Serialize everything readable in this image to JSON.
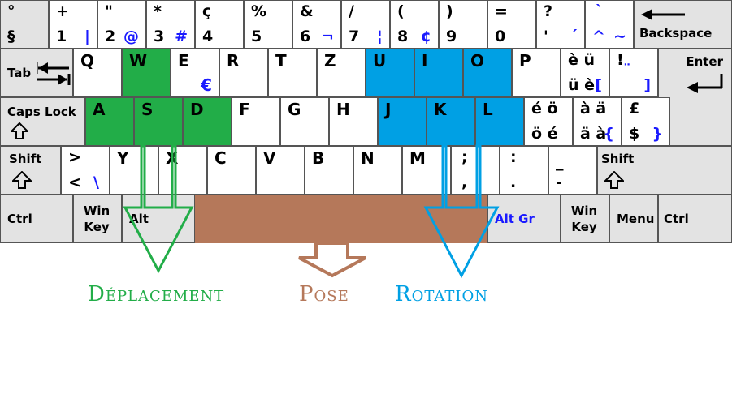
{
  "colors": {
    "movement": "#22ad48",
    "rotation": "#00a0e4",
    "place": "#b5785a"
  },
  "row1": [
    {
      "top": "°",
      "bottom": "§"
    },
    {
      "top": "+",
      "bottom": "1",
      "alt": "|"
    },
    {
      "top": "\"",
      "bottom": "2",
      "alt": "@"
    },
    {
      "top": "*",
      "bottom": "3",
      "alt": "#"
    },
    {
      "top": "ç",
      "bottom": "4"
    },
    {
      "top": "%",
      "bottom": "5"
    },
    {
      "top": "&",
      "bottom": "6",
      "alt": "¬"
    },
    {
      "top": "/",
      "bottom": "7",
      "alt": "¦"
    },
    {
      "top": "(",
      "bottom": "8",
      "alt": "¢"
    },
    {
      "top": ")",
      "bottom": "9"
    },
    {
      "top": "=",
      "bottom": "0"
    },
    {
      "top": "?",
      "bottom": "'",
      "alt": "´"
    },
    {
      "top": "`",
      "bottom": "^",
      "alt": "~"
    }
  ],
  "backspace": "Backspace",
  "tab": "Tab",
  "row2": [
    {
      "main": "Q"
    },
    {
      "main": "W"
    },
    {
      "main": "E",
      "alt": "€"
    },
    {
      "main": "R"
    },
    {
      "main": "T"
    },
    {
      "main": "Z"
    },
    {
      "main": "U"
    },
    {
      "main": "I"
    },
    {
      "main": "O"
    },
    {
      "main": "P"
    },
    {
      "top": "è ü",
      "bottom": "ü è",
      "alt": "["
    },
    {
      "top": "!",
      "bottom": "¨",
      "alt": "]"
    }
  ],
  "enter": "Enter",
  "caps": "Caps Lock",
  "row3": [
    {
      "main": "A"
    },
    {
      "main": "S"
    },
    {
      "main": "D"
    },
    {
      "main": "F"
    },
    {
      "main": "G"
    },
    {
      "main": "H"
    },
    {
      "main": "J"
    },
    {
      "main": "K"
    },
    {
      "main": "L"
    },
    {
      "top": "é ö",
      "bottom": "ö é"
    },
    {
      "top": "à ä",
      "bottom": "ä à",
      "alt": "{"
    },
    {
      "top": "£",
      "bottom": "$",
      "alt": "}"
    }
  ],
  "shift_left": "Shift",
  "shift_right": "Shift",
  "row4": [
    {
      "top": ">",
      "bottom": "<",
      "alt": "\\"
    },
    {
      "main": "Y"
    },
    {
      "main": "X"
    },
    {
      "main": "C"
    },
    {
      "main": "V"
    },
    {
      "main": "B"
    },
    {
      "main": "N"
    },
    {
      "main": "M"
    },
    {
      "top": ";",
      "bottom": ","
    },
    {
      "top": ":",
      "bottom": "."
    },
    {
      "top": "_",
      "bottom": "-"
    }
  ],
  "row5": {
    "ctrl_left": "Ctrl",
    "win_left": "Win Key",
    "alt": "Alt",
    "altgr": "Alt Gr",
    "win_right": "Win Key",
    "menu": "Menu",
    "ctrl_right": "Ctrl"
  },
  "labels": {
    "movement": "Déplacement",
    "place": "Pose",
    "rotation": "Rotation"
  }
}
